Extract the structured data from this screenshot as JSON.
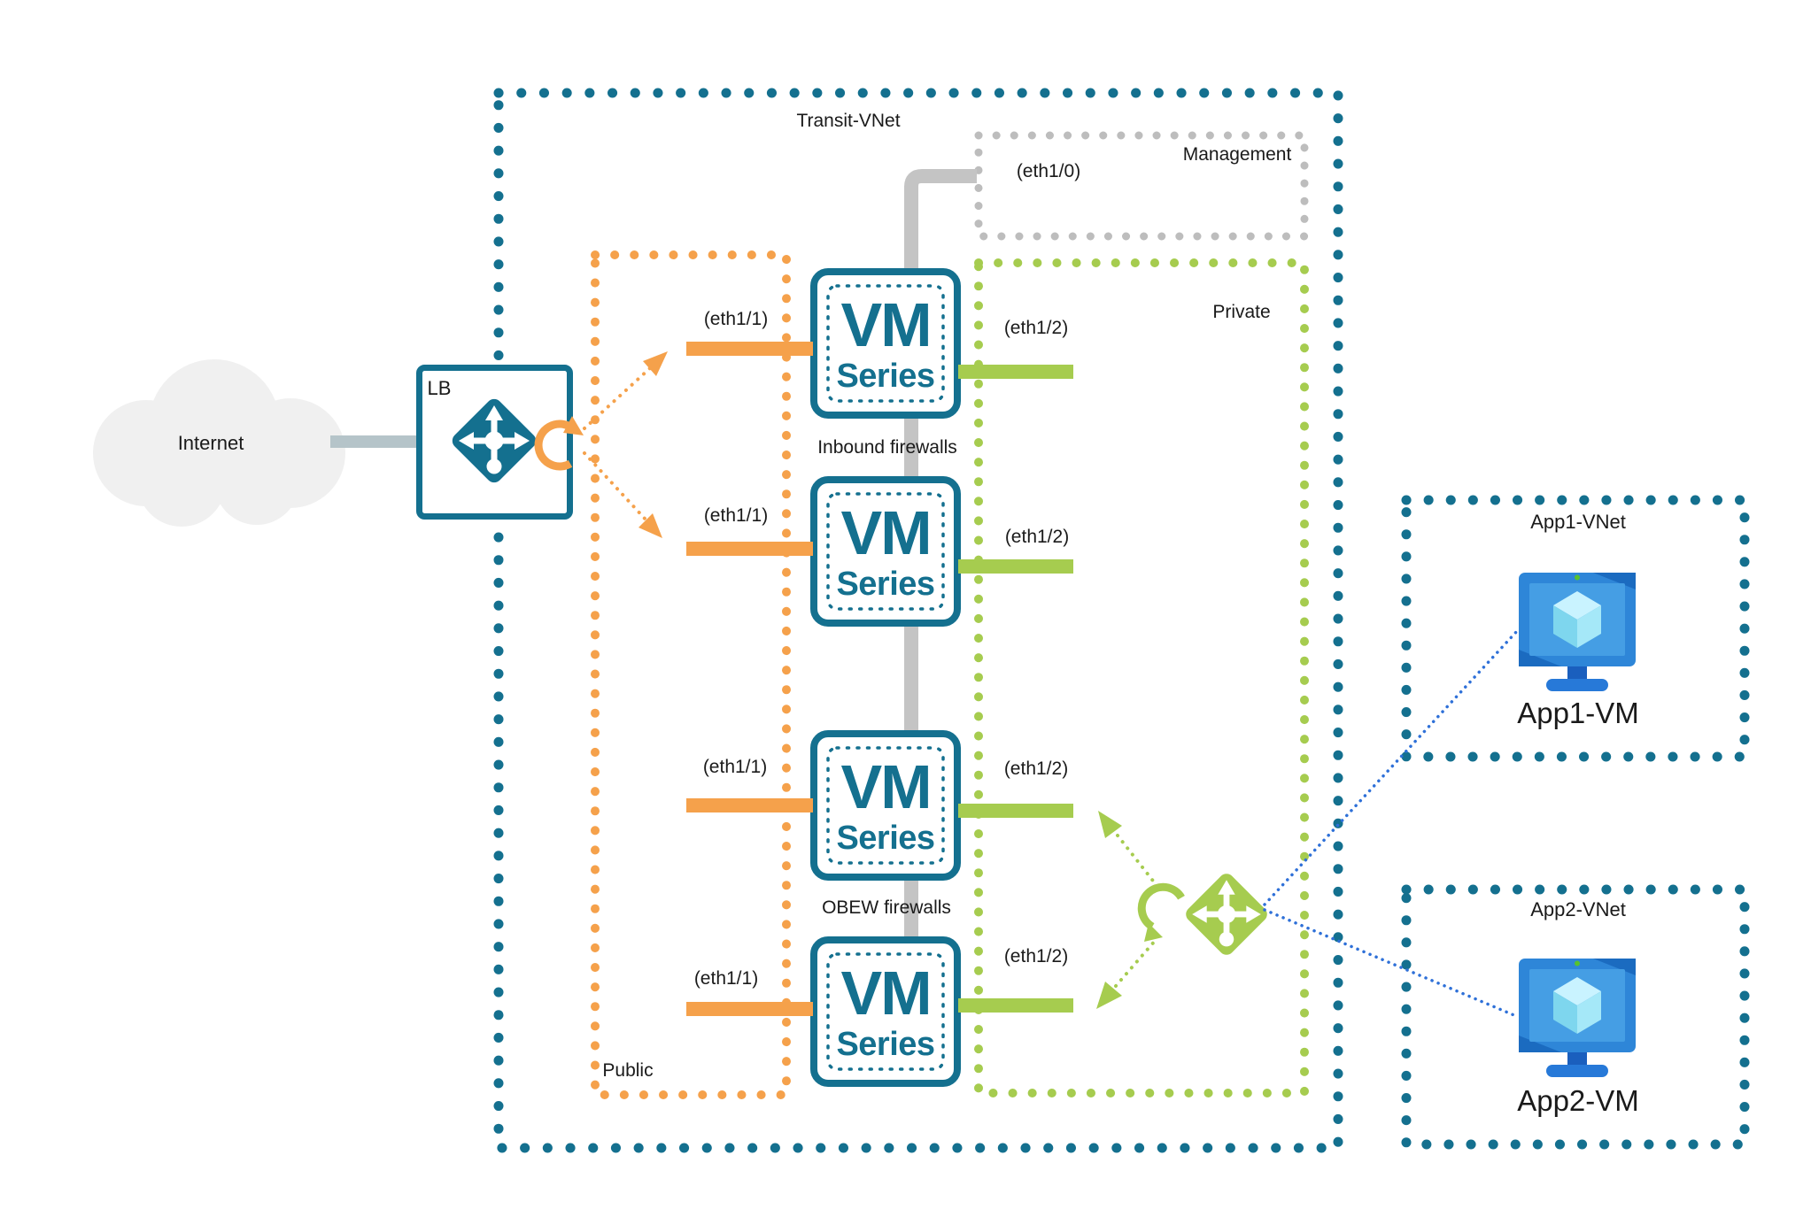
{
  "diagram": {
    "internet_label": "Internet",
    "load_balancer_label": "LB",
    "transit_vnet_label": "Transit-VNet",
    "management": {
      "label": "Management",
      "interface": "(eth1/0)"
    },
    "public_label": "Public",
    "private_label": "Private",
    "firewalls": {
      "inbound_label": "Inbound firewalls",
      "obew_label": "OBEW firewalls",
      "vms": [
        {
          "title": "VM",
          "subtitle": "Series",
          "left_interface": "(eth1/1)",
          "right_interface": "(eth1/2)"
        },
        {
          "title": "VM",
          "subtitle": "Series",
          "left_interface": "(eth1/1)",
          "right_interface": "(eth1/2)"
        },
        {
          "title": "VM",
          "subtitle": "Series",
          "left_interface": "(eth1/1)",
          "right_interface": "(eth1/2)"
        },
        {
          "title": "VM",
          "subtitle": "Series",
          "left_interface": "(eth1/1)",
          "right_interface": "(eth1/2)"
        }
      ]
    },
    "app_vnets": [
      {
        "label": "App1-VNet",
        "vm_label": "App1-VM"
      },
      {
        "label": "App2-VNet",
        "vm_label": "App2-VM"
      }
    ],
    "colors": {
      "teal": "#14708F",
      "orange": "#F5A14B",
      "green": "#A6CC4F",
      "pipe_gray": "#C4C4C4",
      "management_gray": "#BDBDBD",
      "link_blue": "#2E70D8",
      "connector_gray": "#B5C4C9",
      "cloud_gray": "#F0F0F0",
      "azure_blue": "#2E86D8"
    }
  }
}
